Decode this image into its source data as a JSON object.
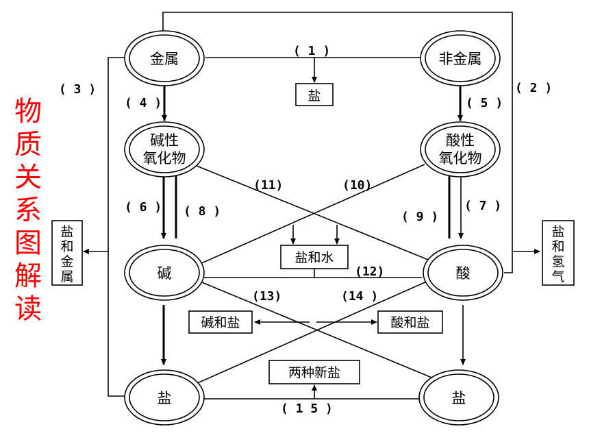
{
  "title_chars": [
    "物",
    "质",
    "关",
    "系",
    "图",
    "解",
    "读"
  ],
  "nodes": {
    "metal": "金属",
    "nonmetal": "非金属",
    "basic_oxide_1": "碱性",
    "basic_oxide_2": "氧化物",
    "acidic_oxide_1": "酸性",
    "acidic_oxide_2": "氧化物",
    "base": "碱",
    "acid": "酸",
    "salt_left": "盐",
    "salt_right": "盐"
  },
  "boxes": {
    "salt_top": "盐",
    "salt_water": "盐和水",
    "base_salt": "碱和盐",
    "acid_salt": "酸和盐",
    "two_salts": "两种新盐",
    "salt_metal_1": "盐",
    "salt_metal_2": "和",
    "salt_metal_3": "金",
    "salt_metal_4": "属",
    "salt_h2_1": "盐",
    "salt_h2_2": "和",
    "salt_h2_3": "氢",
    "salt_h2_4": "气"
  },
  "labels": {
    "n1": "( 1 )",
    "n2": "( 2 )",
    "n3": "( 3 )",
    "n4": "( 4 )",
    "n5": "( 5 )",
    "n6": "( 6 )",
    "n7": "( 7 )",
    "n8": "( 8 )",
    "n9": "( 9 )",
    "n10": "(10)",
    "n11": "(11)",
    "n12": "(12)",
    "n13": "(13)",
    "n14": "(14 )",
    "n15": "( 1 5 )"
  }
}
